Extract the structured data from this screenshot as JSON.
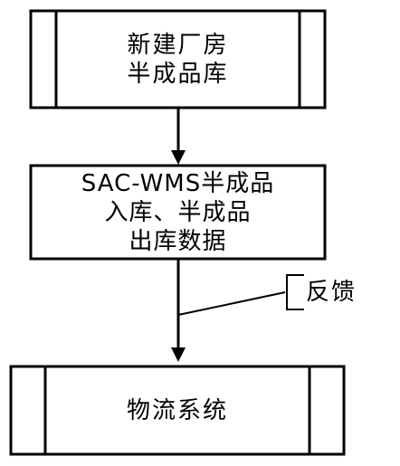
{
  "process_top": {
    "label": "新建厂房\n半成品库"
  },
  "middle_box": {
    "label": "SAC-WMS半成品\n入库、半成品\n出库数据"
  },
  "process_bottom": {
    "label": "物流系统"
  },
  "annotation": {
    "label": "反馈"
  }
}
